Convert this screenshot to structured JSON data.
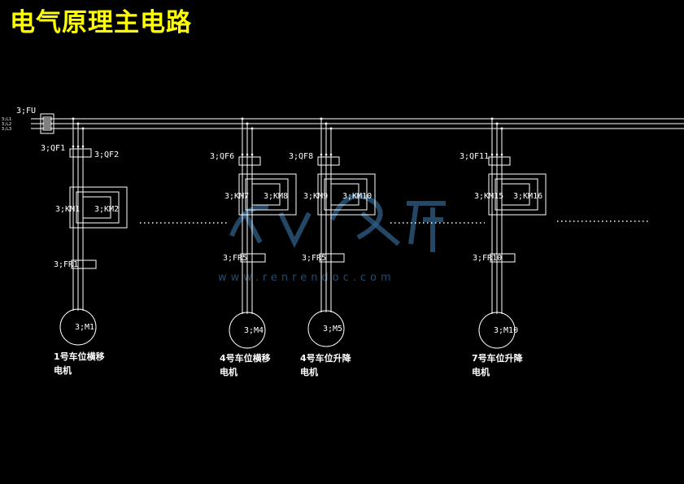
{
  "title": "电气原理主电路",
  "fuse_label": "3;FU",
  "bus_phases": [
    "3;L1",
    "3;L2",
    "3;L3"
  ],
  "motors": [
    {
      "qf": "3;QF1",
      "qf2": "3;QF2",
      "km_a": "3;KM1",
      "km_b": "3;KM2",
      "fr": "3;FR1",
      "m": "3;M1",
      "cap1": "1号车位横移",
      "cap2": "电机"
    },
    {
      "qf": "3;QF6",
      "qf2": "",
      "km_a": "3;KM7",
      "km_b": "3;KM8",
      "fr": "3;FR5",
      "m": "3;M4",
      "cap1": "4号车位横移",
      "cap2": "电机"
    },
    {
      "qf": "3;QF8",
      "qf2": "",
      "km_a": "3;KM9",
      "km_b": "3;KM10",
      "fr": "3;FR5",
      "m": "3;M5",
      "cap1": "4号车位升降",
      "cap2": "电机"
    },
    {
      "qf": "3;QF11",
      "qf2": "",
      "km_a": "3;KM15",
      "km_b": "3;KM16",
      "fr": "3;FR10",
      "m": "3;M10",
      "cap1": "7号车位升降",
      "cap2": "电机"
    }
  ],
  "watermark": {
    "text": "人人文库",
    "url": "www.renrendoc.com"
  }
}
